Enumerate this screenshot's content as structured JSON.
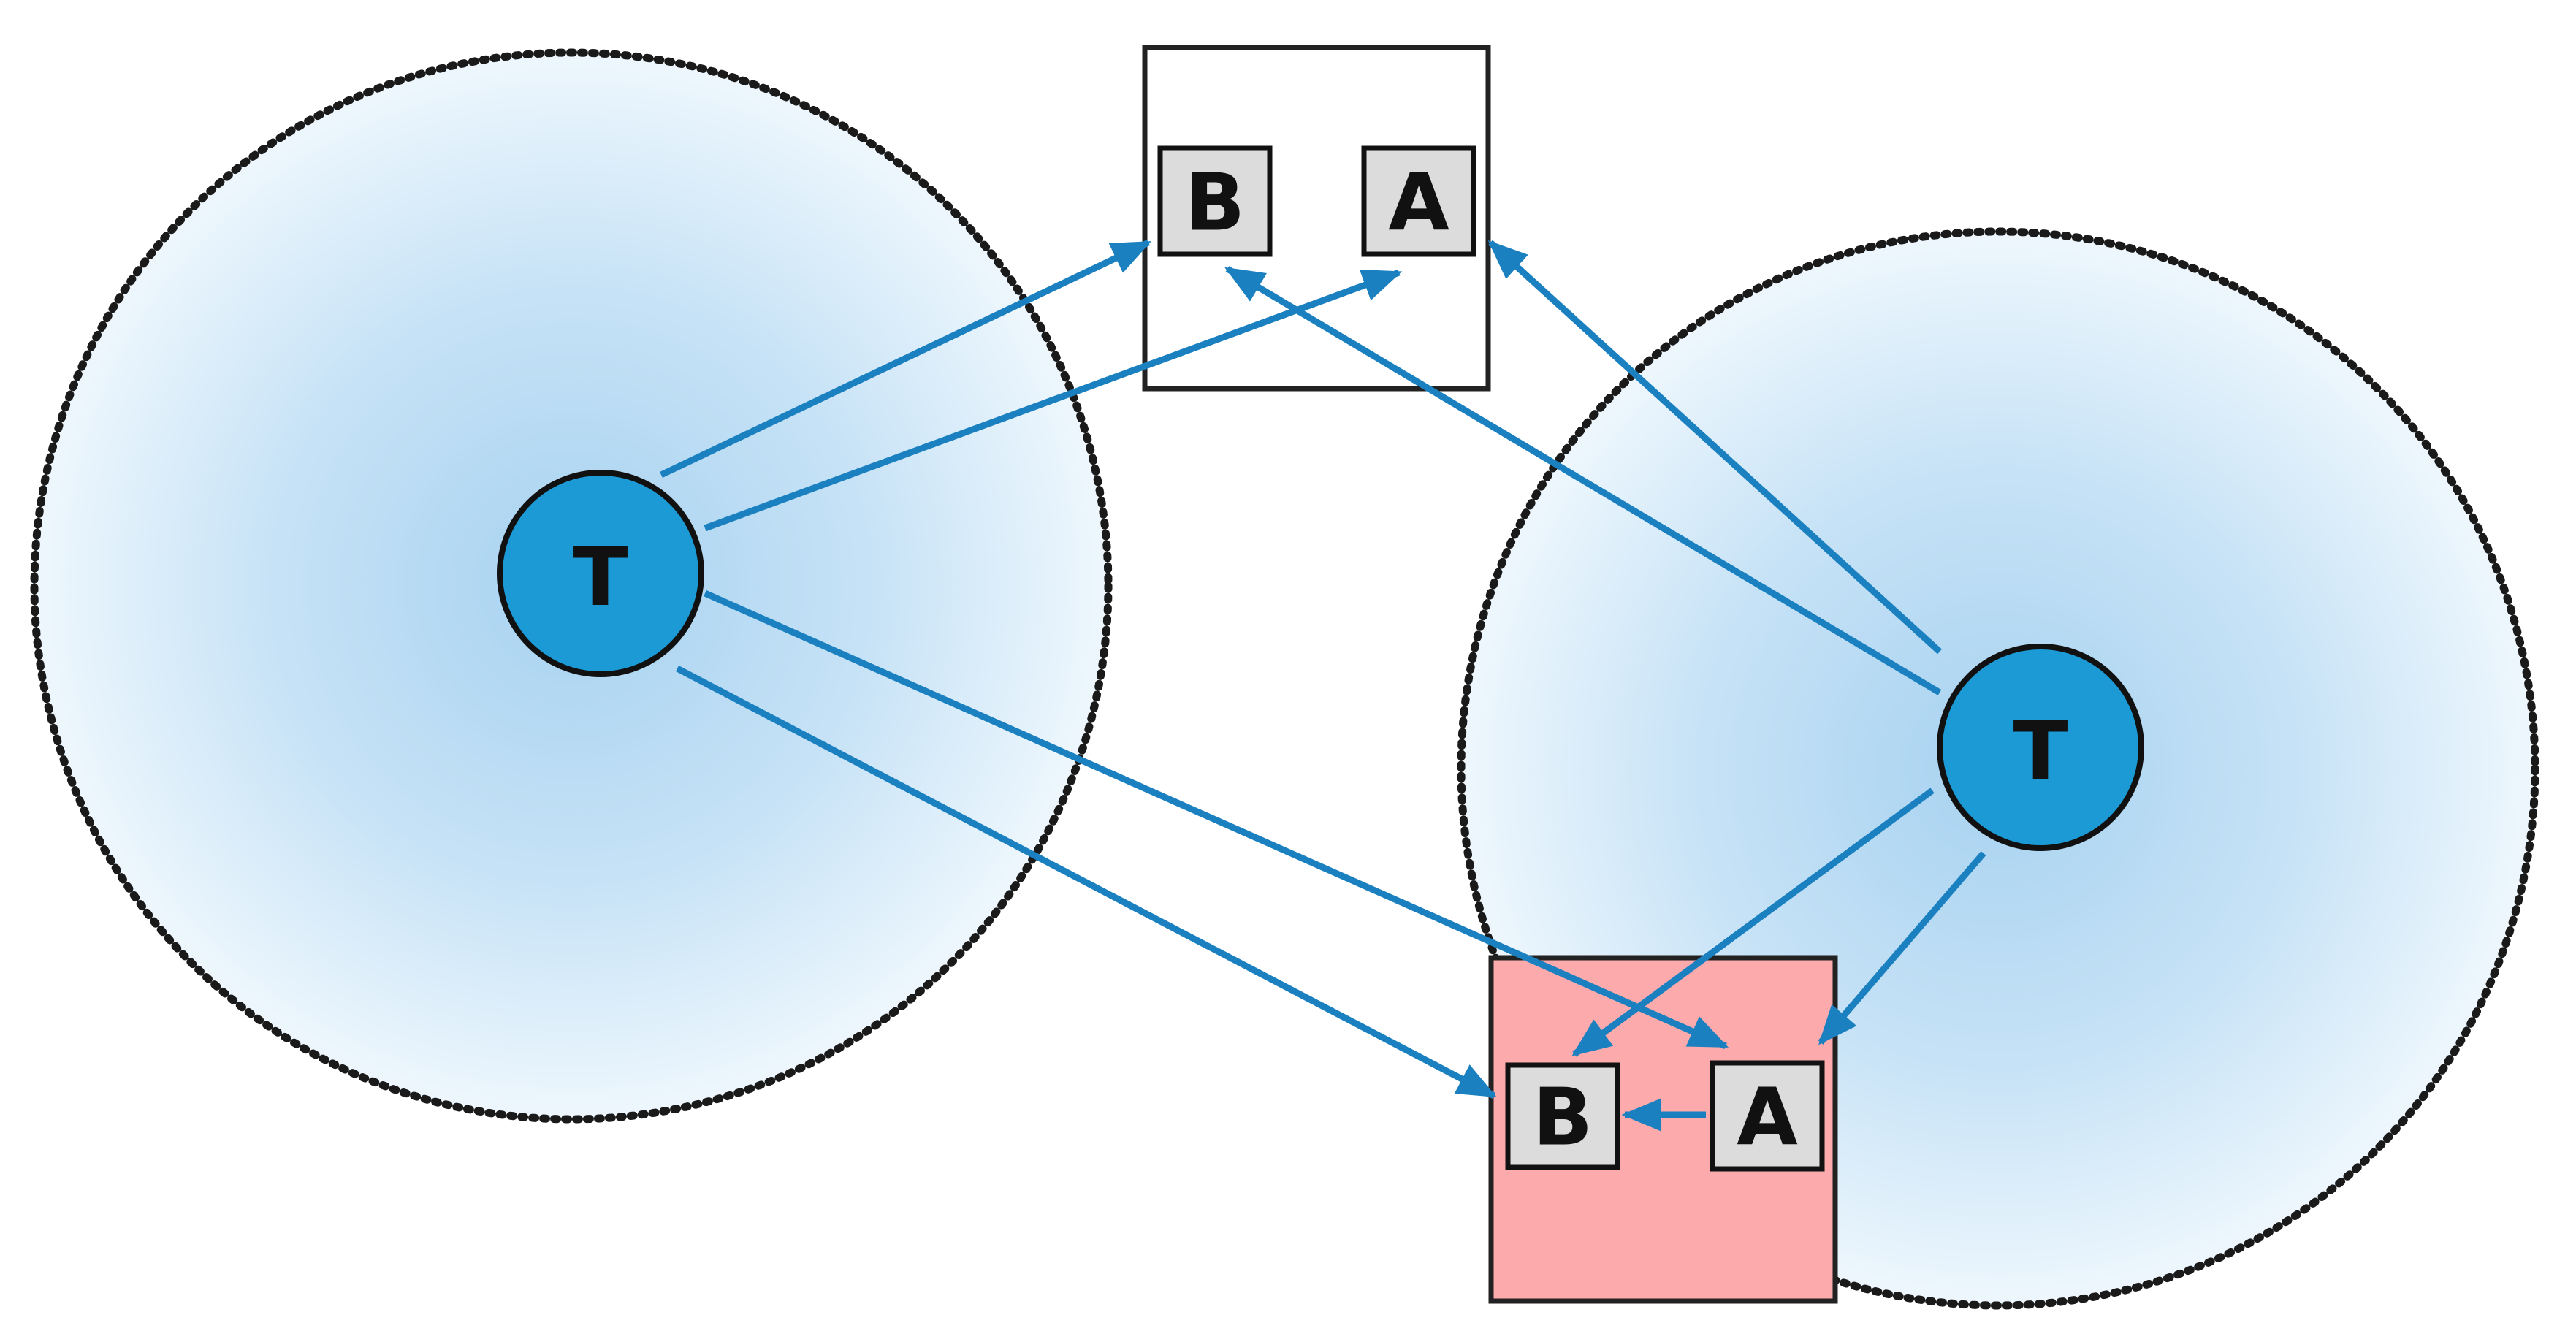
{
  "colors": {
    "accent": "#1b9ad6",
    "arrow": "#1a80c0",
    "region_center": "#a7d2f0",
    "region_edge": "#eef7fd",
    "dotted_border": "#1a1a1a",
    "box_plain": "#ffffff",
    "box_highlight": "#fcaaac",
    "label_box": "#dcdcdc"
  },
  "nodes": {
    "transmitter_left": {
      "label": "T"
    },
    "transmitter_right": {
      "label": "T"
    },
    "top_box_b": {
      "label": "B"
    },
    "top_box_a": {
      "label": "A"
    },
    "bottom_box_b": {
      "label": "B"
    },
    "bottom_box_a": {
      "label": "A"
    }
  }
}
